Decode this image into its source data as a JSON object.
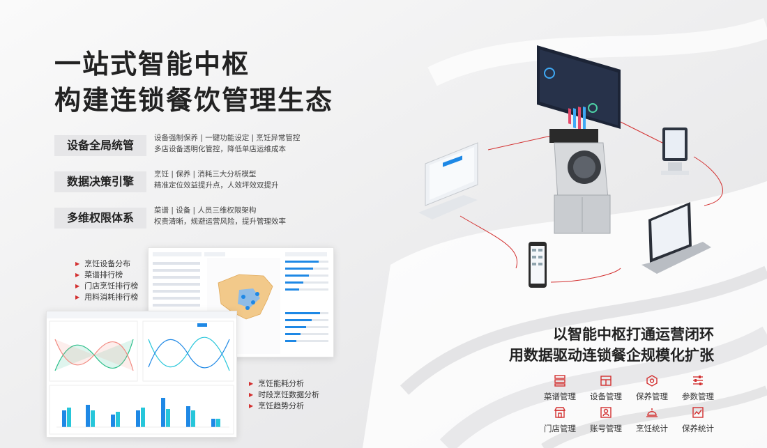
{
  "headline": {
    "line1": "一站式智能中枢",
    "line2": "构建连锁餐饮管理生态"
  },
  "features": [
    {
      "tag": "设备全局统管",
      "line1": "设备强制保养 | 一键功能设定 | 烹饪异常管控",
      "line2": "多店设备透明化管控，降低单店运维成本"
    },
    {
      "tag": "数据决策引擎",
      "line1": "烹饪 | 保养 | 消耗三大分析模型",
      "line2": "精准定位效益提升点，人效坪效双提升"
    },
    {
      "tag": "多维权限体系",
      "line1": "菜谱 | 设备 | 人员三维权限架构",
      "line2": "权责清晰，规避运营风险，提升管理效率"
    }
  ],
  "bullets_top": [
    "烹饪设备分布",
    "菜谱排行榜",
    "门店烹饪排行榜",
    "用料消耗排行榜"
  ],
  "bullets_bottom": [
    "烹饪能耗分析",
    "时段烹饪数据分析",
    "烹饪趋势分析"
  ],
  "slogan": {
    "line1": "以智能中枢打通运营闭环",
    "line2": "用数据驱动连锁餐企规模化扩张"
  },
  "management": [
    {
      "label": "菜谱管理",
      "icon": "recipe-icon"
    },
    {
      "label": "设备管理",
      "icon": "device-icon"
    },
    {
      "label": "保养管理",
      "icon": "maintenance-icon"
    },
    {
      "label": "参数管理",
      "icon": "parameters-icon"
    },
    {
      "label": "门店管理",
      "icon": "store-icon"
    },
    {
      "label": "账号管理",
      "icon": "account-icon"
    },
    {
      "label": "烹饪统计",
      "icon": "cooking-stats-icon"
    },
    {
      "label": "保养统计",
      "icon": "maintenance-stats-icon"
    }
  ],
  "colors": {
    "accent": "#d32f2f",
    "tag_bg": "#e6e6e8",
    "chart_green": "#2bbf8a",
    "chart_blue": "#1e88e5",
    "chart_teal": "#26c6da"
  }
}
